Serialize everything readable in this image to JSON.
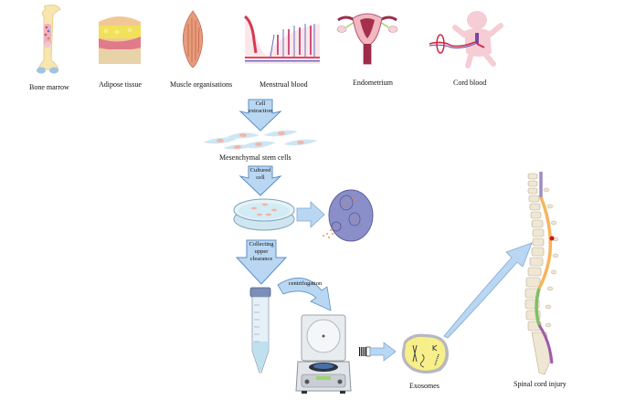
{
  "title": "Mesenchymal stem cell derived exosomes for spinal cord injury",
  "sources": [
    {
      "label": "Bone marrow",
      "icon": "bone-icon"
    },
    {
      "label": "Adipose tissue",
      "icon": "adipose-tissue-icon"
    },
    {
      "label": "Muscle organisations",
      "icon": "muscle-icon"
    },
    {
      "label": "Menstrual blood",
      "icon": "menstrual-blood-icon"
    },
    {
      "label": "Endometrium",
      "icon": "uterus-icon"
    },
    {
      "label": "Cord blood",
      "icon": "fetus-cord-icon"
    }
  ],
  "steps": {
    "cell_extraction": {
      "line1": "Cell",
      "line2": "extraction"
    },
    "msc_label": "Mesenchymal stem cells",
    "cultured_cell": {
      "line1": "Cultured",
      "line2": "cell"
    },
    "collecting": {
      "line1": "Collecting",
      "line2": "upper",
      "line3": "clearance"
    },
    "centrifugation": "centrifugation",
    "exosomes_label": "Exosomes",
    "target_label": "Spinal cord injury"
  },
  "colors": {
    "arrow_fill": "#b9d7f2",
    "arrow_stroke": "#5b8fc7",
    "cell_body": "#8b8fc9",
    "exosome": "#f7ef8a",
    "spine_upper": "#9c8cc4",
    "spine_mid": "#f6b45c",
    "spine_lower": "#7fbf62",
    "spine_bottom": "#a05aa8",
    "injury_dot": "#d0121b"
  }
}
